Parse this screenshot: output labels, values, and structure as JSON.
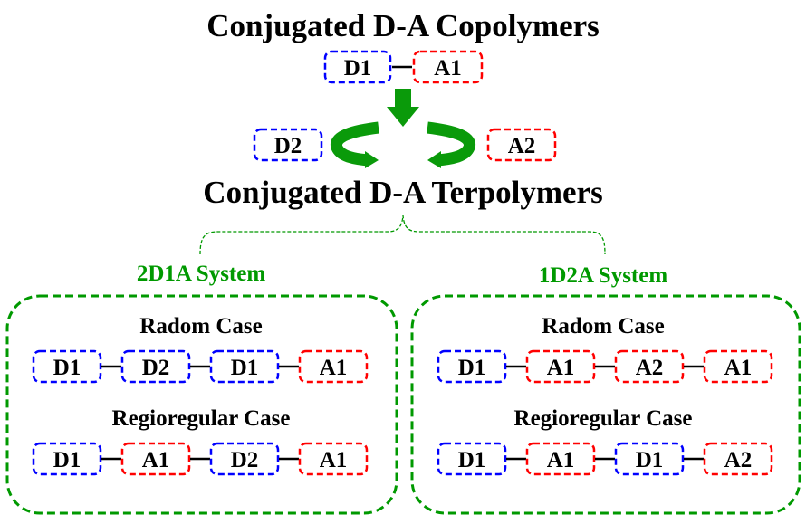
{
  "colors": {
    "donor": "#0000ff",
    "acceptor": "#ff0000",
    "system": "#009900",
    "arrow": "#0a9a0a",
    "text": "#000000"
  },
  "top_title": "Conjugated D-A Copolymers",
  "copolymer_units": [
    "D1",
    "A1"
  ],
  "side_units": {
    "left": "D2",
    "right": "A2"
  },
  "middle_title": "Conjugated D-A Terpolymers",
  "systems": [
    {
      "label": "2D1A System",
      "cases": [
        {
          "title": "Radom Case",
          "units": [
            "D1",
            "D2",
            "D1",
            "A1"
          ]
        },
        {
          "title": "Regioregular Case",
          "units": [
            "D1",
            "A1",
            "D2",
            "A1"
          ]
        }
      ]
    },
    {
      "label": "1D2A System",
      "cases": [
        {
          "title": "Radom Case",
          "units": [
            "D1",
            "A1",
            "A2",
            "A1"
          ]
        },
        {
          "title": "Regioregular Case",
          "units": [
            "D1",
            "A1",
            "D1",
            "A2"
          ]
        }
      ]
    }
  ]
}
